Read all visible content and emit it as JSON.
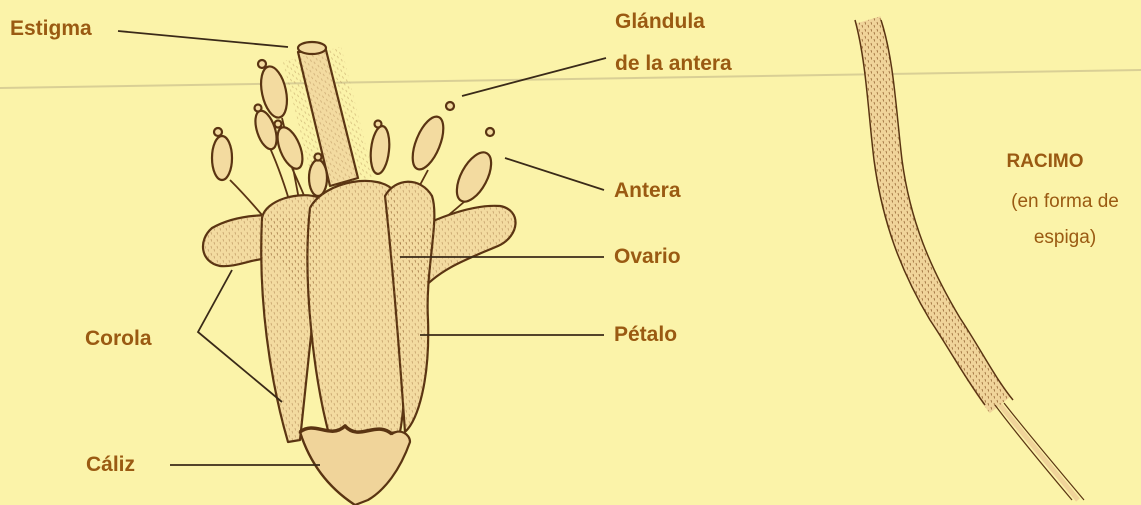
{
  "labels": {
    "estigma": "Estigma",
    "glandula_line1": "Glándula",
    "glandula_line2": "de la antera",
    "antera": "Antera",
    "ovario": "Ovario",
    "petalo": "Pétalo",
    "corola": "Corola",
    "caliz": "Cáliz"
  },
  "racimo": {
    "title": "RACIMO",
    "subtitle_line1": "(en forma de",
    "subtitle_line2": "espiga)"
  },
  "colors": {
    "background": "#fbf3a9",
    "label_text": "#9a5a12",
    "drawing_fill": "#f3dba0",
    "drawing_stroke": "#5a3412",
    "leader_line": "#3a2a18"
  }
}
